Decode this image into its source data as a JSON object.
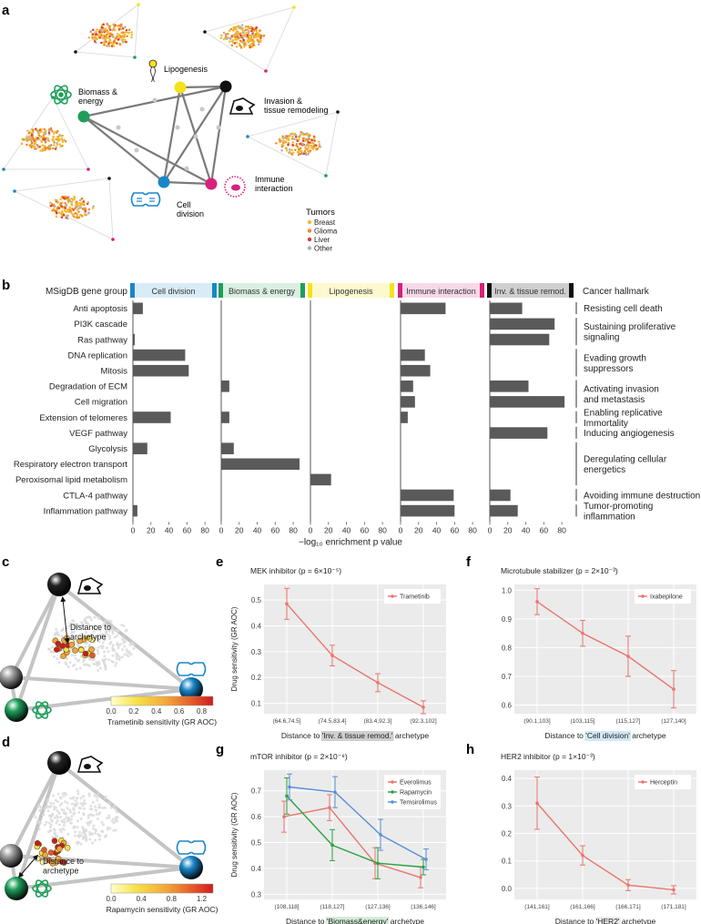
{
  "panels": {
    "a": {
      "letter": "a",
      "nodes": {
        "lipogenesis": "Lipogenesis",
        "biomass": "Biomass &\nenergy",
        "invasion": "Invasion &\ntissue remodeling",
        "immune": "Immune\ninteraction",
        "cell_division": "Cell\ndivision"
      },
      "legend_title": "Tumors",
      "legend": [
        {
          "label": "Breast",
          "color": "#f5b82e"
        },
        {
          "label": "Glioma",
          "color": "#f08a24"
        },
        {
          "label": "Liver",
          "color": "#e23b2a"
        },
        {
          "label": "Other",
          "color": "#b0b0b0"
        }
      ],
      "colors": {
        "lipogenesis": "#f5e21a",
        "biomass": "#1f9e5a",
        "invasion": "#111111",
        "immune": "#d6217a",
        "cell_division": "#1a86c7"
      }
    },
    "b": {
      "letter": "b",
      "row_header": "MSigDB gene group",
      "hallmark_header": "Cancer hallmark",
      "xlabel": "−log₁₀ enrichment p value",
      "xticks": [
        "0",
        "20",
        "40",
        "60",
        "80"
      ],
      "xlim": [
        0,
        90
      ],
      "groups": [
        {
          "label": "Cell division",
          "color": "#1a86c7",
          "bg": "#d8ecf7"
        },
        {
          "label": "Biomass & energy",
          "color": "#1f9e5a",
          "bg": "#d9efe2"
        },
        {
          "label": "Lipogenesis",
          "color": "#f5e21a",
          "bg": "#fdf9cf"
        },
        {
          "label": "Immune interaction",
          "color": "#d6217a",
          "bg": "#f6d9e8"
        },
        {
          "label": "Inv. & tissue remod.",
          "color": "#111111",
          "bg": "#cfcfcf"
        }
      ],
      "rows": [
        "Anti apoptosis",
        "PI3K cascade",
        "Ras pathway",
        "DNA replication",
        "Mitosis",
        "Degradation of ECM",
        "Cell migration",
        "Extension of telomeres",
        "VEGF pathway",
        "Glycolysis",
        "Respiratory electron transport",
        "Peroxisomal lipid metabolism",
        "CTLA-4 pathway",
        "Inflammation pathway"
      ],
      "hallmarks": [
        {
          "label": "Resisting cell death",
          "rows": [
            0,
            0
          ]
        },
        {
          "label": "Sustaining proliferative\nsignaling",
          "rows": [
            1,
            2
          ]
        },
        {
          "label": "Evading growth\nsuppressors",
          "rows": [
            3,
            4
          ]
        },
        {
          "label": "Activating invasion\nand metastasis",
          "rows": [
            5,
            6
          ]
        },
        {
          "label": "Enabling replicative\nImmortality",
          "rows": [
            7,
            7
          ]
        },
        {
          "label": "Inducing angiogenesis",
          "rows": [
            8,
            8
          ]
        },
        {
          "label": "Deregulating cellular\nenergetics",
          "rows": [
            9,
            11
          ]
        },
        {
          "label": "Avoiding immune destruction",
          "rows": [
            12,
            12
          ]
        },
        {
          "label": "Tumor-promoting\ninflammation",
          "rows": [
            13,
            13
          ]
        }
      ]
    },
    "c": {
      "letter": "c",
      "annotation": "Distance to\narchetype",
      "colorbar_ticks": [
        "0.0",
        "0.2",
        "0.4",
        "0.6",
        "0.8"
      ],
      "colorbar_label": "Trametinib sensitivity (GR AOC)"
    },
    "d": {
      "letter": "d",
      "annotation": "Distance to\narchetype",
      "colorbar_ticks": [
        "0.0",
        "0.4",
        "0.8",
        "1.2"
      ],
      "colorbar_label": "Rapamycin sensitivity (GR AOC)"
    }
  },
  "chart_data": [
    {
      "type": "bar",
      "orientation": "horizontal",
      "panel": "b",
      "categories": [
        "Anti apoptosis",
        "PI3K cascade",
        "Ras pathway",
        "DNA replication",
        "Mitosis",
        "Degradation of ECM",
        "Cell migration",
        "Extension of telomeres",
        "VEGF pathway",
        "Glycolysis",
        "Respiratory electron transport",
        "Peroxisomal lipid metabolism",
        "CTLA-4 pathway",
        "Inflammation pathway"
      ],
      "series": [
        {
          "name": "Cell division",
          "values": [
            11,
            0,
            2,
            58,
            62,
            0,
            0,
            42,
            0,
            16,
            0,
            0,
            0,
            5
          ]
        },
        {
          "name": "Biomass & energy",
          "values": [
            0,
            0,
            0,
            0,
            0,
            9,
            0,
            9,
            0,
            14,
            87,
            0,
            0,
            0
          ]
        },
        {
          "name": "Lipogenesis",
          "values": [
            0,
            0,
            0,
            0,
            0,
            0,
            0,
            0,
            0,
            0,
            0,
            23,
            0,
            0
          ]
        },
        {
          "name": "Immune interaction",
          "values": [
            50,
            0,
            0,
            27,
            33,
            14,
            16,
            8,
            0,
            0,
            0,
            0,
            59,
            60
          ]
        },
        {
          "name": "Inv. & tissue remod.",
          "values": [
            36,
            72,
            66,
            0,
            0,
            43,
            83,
            0,
            64,
            0,
            0,
            0,
            23,
            31
          ]
        }
      ],
      "xlim": [
        0,
        90
      ],
      "xlabel": "−log₁₀ enrichment p value"
    },
    {
      "type": "line",
      "panel": "e",
      "title": "MEK inhibitor (p = 6×10⁻⁵)",
      "xlabel": "Distance to 'Inv. & tissue remod.' archetype",
      "ylabel": "Drug sensitivity (GR AOC)",
      "categories": [
        "(64.6,74.5]",
        "(74.5,83.4]",
        "(83.4,92.3]",
        "(92.3,102]"
      ],
      "yticks": [
        0.1,
        0.2,
        0.3,
        0.4,
        0.5
      ],
      "ylim": [
        0.06,
        0.56
      ],
      "highlight": {
        "text": "Inv. & tissue remod.",
        "color": "#cfcfcf"
      },
      "series": [
        {
          "name": "Trametinib",
          "color": "#e8756d",
          "values": [
            0.485,
            0.285,
            0.18,
            0.085
          ],
          "err": [
            0.06,
            0.04,
            0.035,
            0.025
          ]
        }
      ]
    },
    {
      "type": "line",
      "panel": "f",
      "title": "Microtubule stabilizer (p = 2×10⁻³)",
      "xlabel": "Distance to 'Cell division' archetype",
      "ylabel": "",
      "categories": [
        "(90.1,103]",
        "(103,115]",
        "(115,127]",
        "(127,140]"
      ],
      "yticks": [
        0.6,
        0.7,
        0.8,
        0.9,
        1.0
      ],
      "ylim": [
        0.57,
        1.02
      ],
      "highlight": {
        "text": "Cell division",
        "color": "#d2e8f5"
      },
      "series": [
        {
          "name": "Ixabepilone",
          "color": "#e8756d",
          "values": [
            0.96,
            0.85,
            0.77,
            0.655
          ],
          "err": [
            0.045,
            0.045,
            0.07,
            0.065
          ]
        }
      ]
    },
    {
      "type": "line",
      "panel": "g",
      "title": "mTOR inhibitor (p = 2×10⁻⁸)",
      "xlabel": "Distance to 'Biomass&energy' archetype",
      "ylabel": "Drug sensitivity (GR AOC)",
      "categories": [
        "(108,118]",
        "(118,127]",
        "(127,136]",
        "(136,146]"
      ],
      "yticks": [
        0.3,
        0.4,
        0.5,
        0.6,
        0.7
      ],
      "ylim": [
        0.28,
        0.78
      ],
      "highlight": {
        "text": "Biomass&energy",
        "color": "#d4ecd9"
      },
      "series": [
        {
          "name": "Everolimus",
          "color": "#e8756d",
          "values": [
            0.6,
            0.635,
            0.42,
            0.365
          ],
          "err": [
            0.06,
            0.05,
            0.06,
            0.04
          ]
        },
        {
          "name": "Rapamycin",
          "color": "#2aa340",
          "values": [
            0.68,
            0.49,
            0.42,
            0.405
          ],
          "err": [
            0.07,
            0.06,
            0.06,
            0.03
          ]
        },
        {
          "name": "Temsirolimus",
          "color": "#5a8fd8",
          "values": [
            0.715,
            0.695,
            0.53,
            0.435
          ],
          "err": [
            0.05,
            0.06,
            0.06,
            0.04
          ]
        }
      ]
    },
    {
      "type": "line",
      "panel": "h",
      "title": "HER2 inhibitor (p = 1×10⁻³)",
      "xlabel": "Distance to 'HER2' archetype",
      "ylabel": "",
      "categories": [
        "(141,161]",
        "(161,166]",
        "(166,171]",
        "(171,181]"
      ],
      "yticks": [
        0.0,
        0.1,
        0.2,
        0.3,
        0.4
      ],
      "ylim": [
        -0.04,
        0.43
      ],
      "highlight": {
        "text": "HER2",
        "color": "#ececec"
      },
      "series": [
        {
          "name": "Herceptin",
          "color": "#e8756d",
          "values": [
            0.31,
            0.12,
            0.012,
            -0.005
          ],
          "err": [
            0.095,
            0.035,
            0.02,
            0.015
          ]
        }
      ]
    }
  ]
}
